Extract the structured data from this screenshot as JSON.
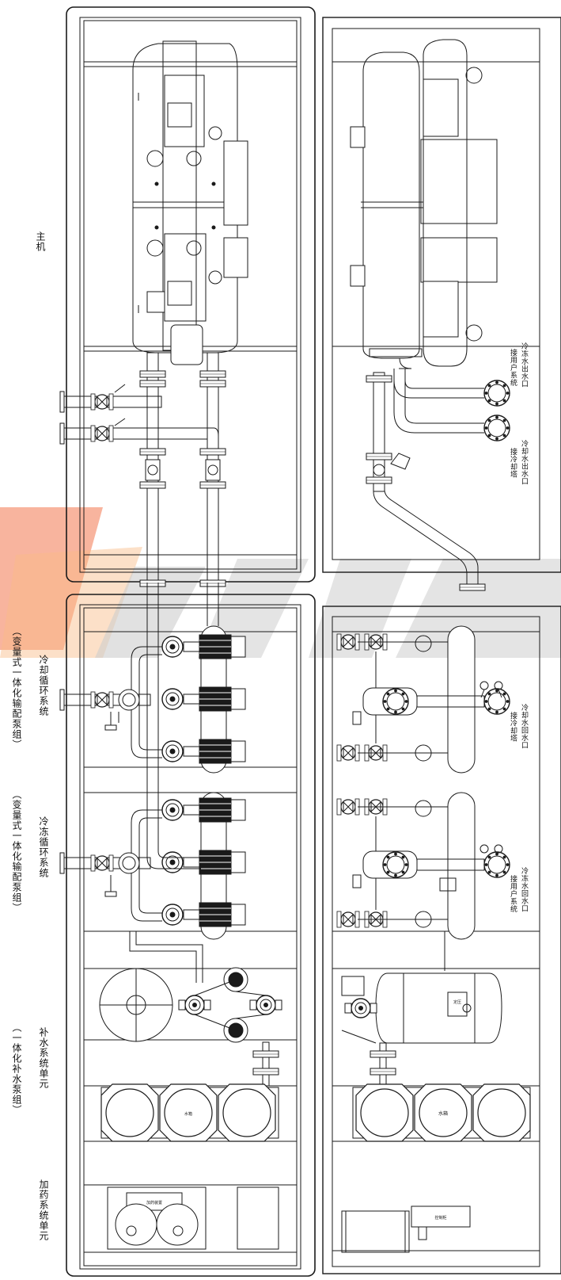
{
  "section_labels": {
    "main_unit": "主机",
    "cooling_loop": "冷却循环系统",
    "cooling_loop_sub": "（变量式一体化输配泵组）",
    "chilled_loop": "冷冻循环系统",
    "chilled_loop_sub": "（变量式一体化输配泵组）",
    "makeup_unit": "补水系统单元",
    "makeup_unit_sub": "（一体化补水泵组）",
    "dosing_unit": "加药系统单元"
  },
  "port_labels": {
    "chilled_supply_outlet": "冷冻水出水口",
    "chilled_supply_to": "接用户系统",
    "cooling_supply_outlet": "冷却水出水口",
    "cooling_supply_to": "接冷却塔",
    "cooling_return_inlet": "冷却水回水口",
    "cooling_return_from": "接冷却塔",
    "chilled_return_inlet": "冷冻水回水口",
    "chilled_return_from": "接用户系统"
  },
  "small_marks": {
    "tank_left": "水箱",
    "tank_right": "水箱",
    "dosing_tag": "加药装置",
    "dosing_box": "控制柜",
    "vessel_tag": "定压"
  },
  "colors": {
    "line": "#1a1a1a",
    "watermark_orange": "#f05a28",
    "watermark_gray": "#9a9a9a"
  }
}
